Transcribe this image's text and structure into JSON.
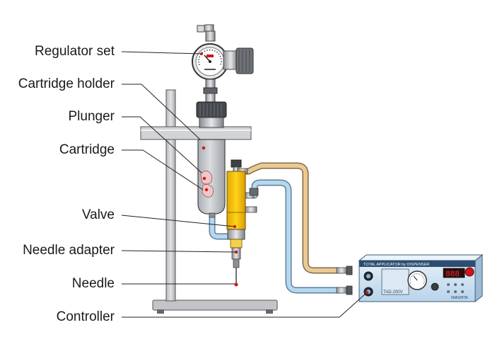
{
  "labels": {
    "regulator_set": "Regulator set",
    "cartridge_holder": "Cartridge holder",
    "plunger": "Plunger",
    "cartridge": "Cartridge",
    "valve": "Valve",
    "needle_adapter": "Needle adapter",
    "needle": "Needle",
    "controller": "Controller"
  },
  "controller_panel": {
    "title": "TOTAL APPLICATOR by DISPENSER",
    "model": "TAD-200V",
    "display_value": "888",
    "brand": "IWASHITA"
  },
  "colors": {
    "stand": "#cfd0d2",
    "valve_body": "#f2c400",
    "cartridge_glass": "#c9ccd0",
    "tube_blue": "#a8d0ea",
    "tube_tan": "#e9c48b",
    "controller_body": "#cfe3f3",
    "controller_front": "#1f3a5a",
    "needle_tip": "#d0121b",
    "display": "#e0141b"
  }
}
